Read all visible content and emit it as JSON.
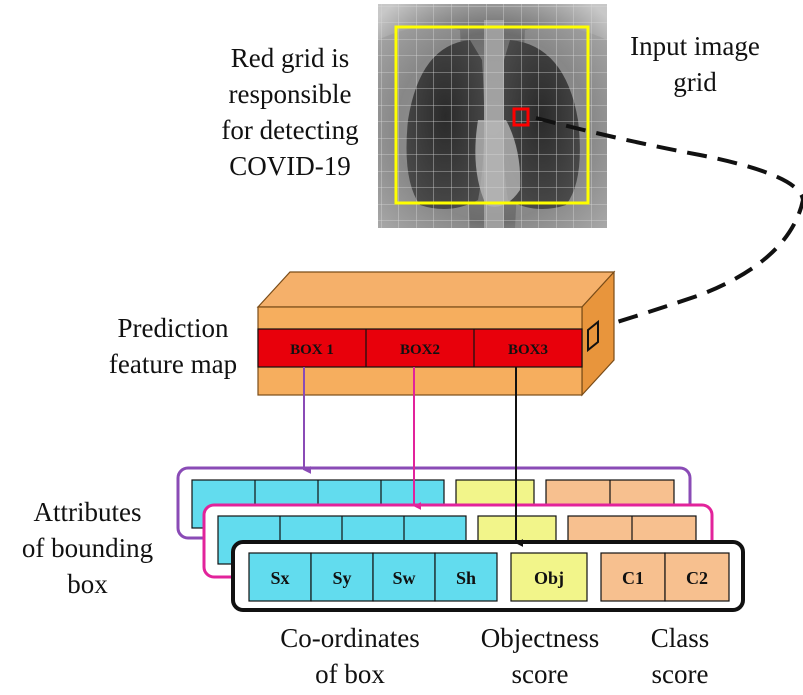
{
  "labels": {
    "red_grid_caption": [
      "Red grid is",
      "responsible",
      "for detecting",
      "COVID-19"
    ],
    "input_grid_caption": [
      "Input image",
      "grid"
    ],
    "feature_map_caption": [
      "Prediction",
      "feature map"
    ],
    "attributes_caption": [
      "Attributes",
      "of bounding",
      "box"
    ],
    "coordinates_caption": [
      "Co-ordinates",
      "of box"
    ],
    "objectness_caption": [
      "Objectness",
      "score"
    ],
    "class_caption": [
      "Class",
      "score"
    ]
  },
  "feature_map": {
    "boxes": [
      "BOX 1",
      "BOX2",
      "BOX3"
    ]
  },
  "attribute_row": {
    "coordinates": [
      "Sx",
      "Sy",
      "Sw",
      "Sh"
    ],
    "objectness": "Obj",
    "classes": [
      "C1",
      "C2"
    ]
  },
  "colors": {
    "feature_map_body": "#f6ae5e",
    "feature_map_top": "#f5b06a",
    "box_strip": "#e8000b",
    "coordinates_cell": "#62dcee",
    "objectness_cell": "#f2f58a",
    "class_cell": "#f7c08f",
    "frame_back": "#8a4bb6",
    "frame_middle": "#e2239b",
    "frame_front": "#111111",
    "arrow_box1": "#8a4bb6",
    "arrow_box2": "#e2239b",
    "arrow_box3": "#111111",
    "yellow_frame": "#ffff00",
    "red_cell": "#ff0000"
  }
}
